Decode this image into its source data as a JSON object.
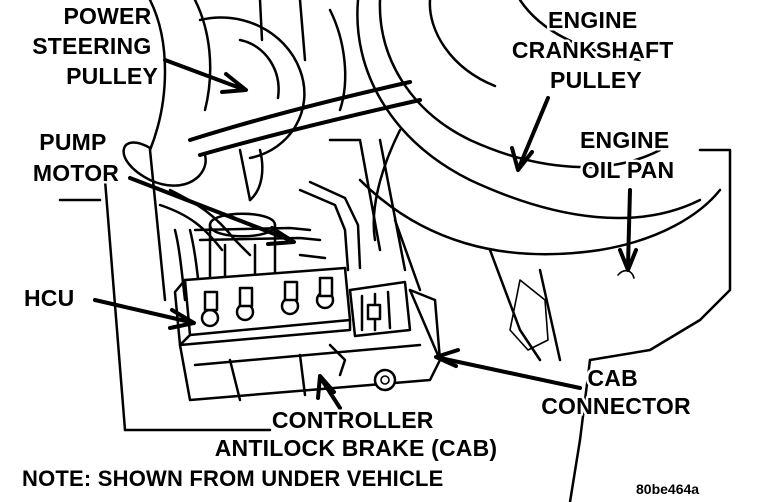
{
  "labels": {
    "power_steering_pulley": [
      "POWER",
      "STEERING",
      "PULLEY"
    ],
    "engine_crankshaft_pulley": [
      "ENGINE",
      "CRANKSHAFT",
      "PULLEY"
    ],
    "engine_oil_pan": [
      "ENGINE",
      "OIL PAN"
    ],
    "pump_motor": [
      "PUMP",
      "MOTOR"
    ],
    "hcu": "HCU",
    "cab_connector": [
      "CAB",
      "CONNECTOR"
    ],
    "controller": [
      "CONTROLLER",
      "ANTILOCK BRAKE (CAB)"
    ],
    "note": "NOTE: SHOWN FROM UNDER VEHICLE",
    "figure_code": "80be464a"
  },
  "colors": {
    "line": "#000000",
    "background": "#ffffff"
  }
}
